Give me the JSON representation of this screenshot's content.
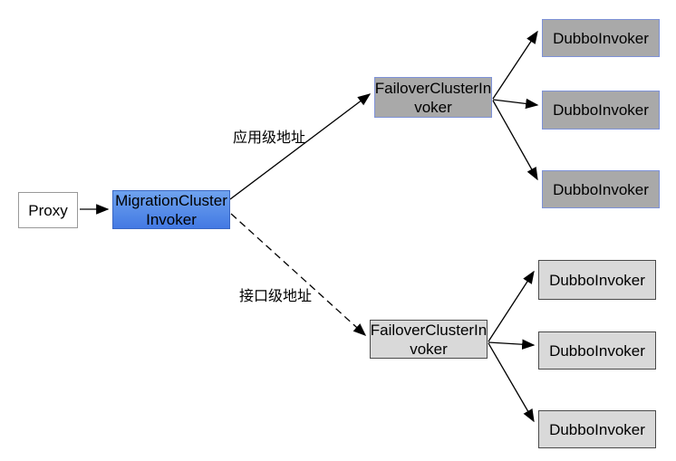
{
  "nodes": {
    "proxy": {
      "label": "Proxy"
    },
    "migration_cluster_invoker": {
      "label": "MigrationCluster\nInvoker"
    },
    "failover_cluster_invoker_app": {
      "label": "FailoverClusterIn\nvoker"
    },
    "failover_cluster_invoker_interface": {
      "label": "FailoverClusterIn\nvoker"
    },
    "dubbo_invoker_app_1": {
      "label": "DubboInvoker"
    },
    "dubbo_invoker_app_2": {
      "label": "DubboInvoker"
    },
    "dubbo_invoker_app_3": {
      "label": "DubboInvoker"
    },
    "dubbo_invoker_interface_1": {
      "label": "DubboInvoker"
    },
    "dubbo_invoker_interface_2": {
      "label": "DubboInvoker"
    },
    "dubbo_invoker_interface_3": {
      "label": "DubboInvoker"
    }
  },
  "edge_labels": {
    "app_level_address": "应用级地址",
    "interface_level_address": "接口级地址"
  },
  "colors": {
    "arrow": "#000000",
    "proxy-border": "#999999",
    "migration-fill-top": "#6FA3EF",
    "migration-fill-bottom": "#4379E3",
    "migration-border": "#3A67C4",
    "app-node-fill": "#A9A9A9",
    "app-node-border": "#7E92D8",
    "interface-node-fill": "#D9D9D9",
    "interface-node-border": "#4A4A4A"
  }
}
